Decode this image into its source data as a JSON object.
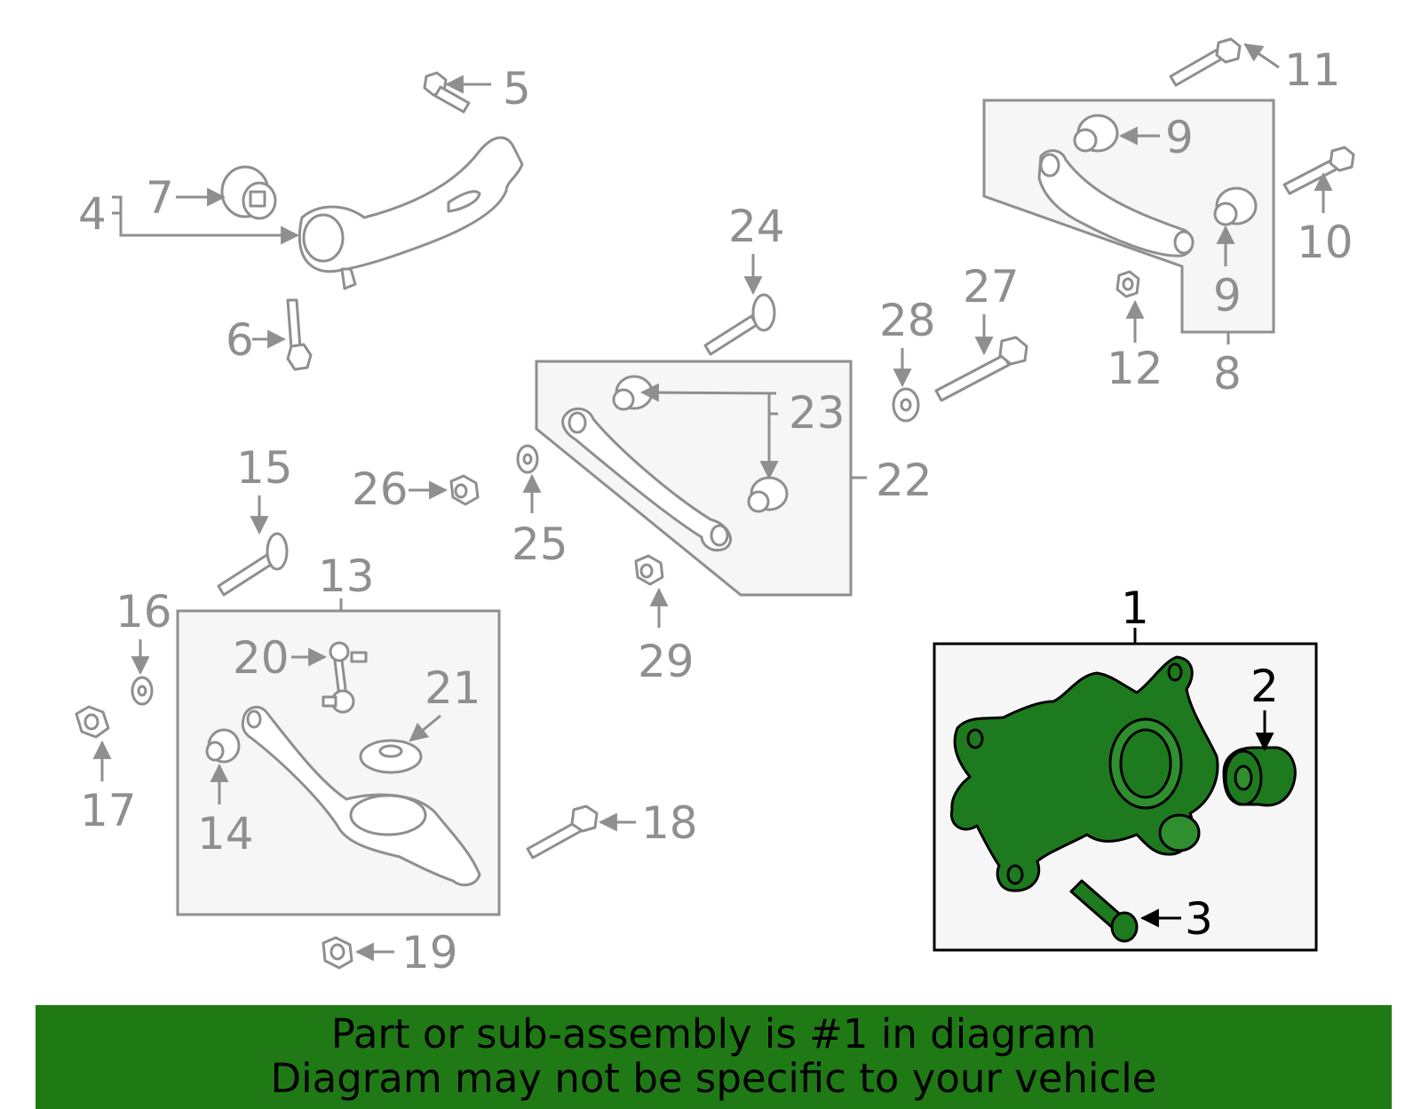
{
  "callouts": {
    "c1": "1",
    "c2": "2",
    "c3": "3",
    "c4": "4",
    "c5": "5",
    "c6": "6",
    "c7": "7",
    "c8": "8",
    "c9a": "9",
    "c9b": "9",
    "c10": "10",
    "c11": "11",
    "c12": "12",
    "c13": "13",
    "c14": "14",
    "c15": "15",
    "c16": "16",
    "c17": "17",
    "c18": "18",
    "c19": "19",
    "c20": "20",
    "c21": "21",
    "c22": "22",
    "c23": "23",
    "c24": "24",
    "c25": "25",
    "c26": "26",
    "c27": "27",
    "c28": "28",
    "c29": "29"
  },
  "highlight": {
    "part_number": "1",
    "color": "#1e7a1e"
  },
  "colors": {
    "line_gray": "#8f8f8f",
    "box_fill": "#f6f6f6",
    "banner_bg": "#1f7a15"
  },
  "banner": {
    "line1": "Part or sub-assembly is #1 in diagram",
    "line2": "Diagram may not be specific to your vehicle"
  }
}
